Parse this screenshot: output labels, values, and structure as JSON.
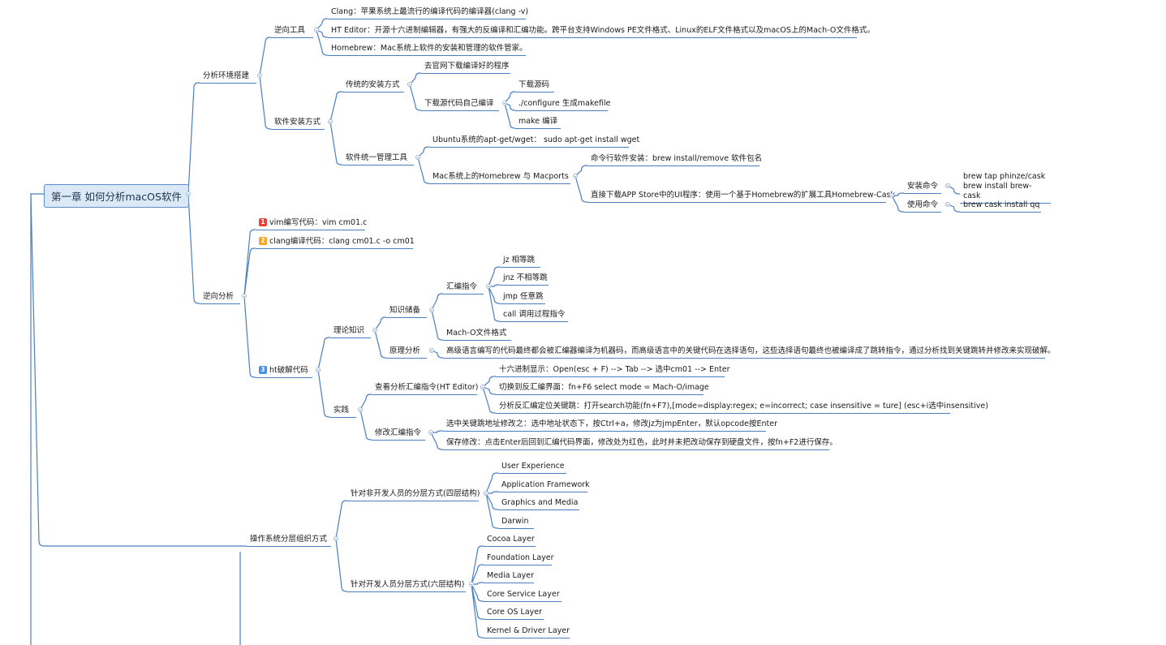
{
  "colors": {
    "line": "#4a7fc1",
    "root_bg": "#dbe8f6",
    "badge_1": "#e8413c",
    "badge_2": "#f5a623",
    "badge_3": "#4a90e2"
  },
  "root": "第一章 如何分析macOS软件",
  "branches": {
    "env": "分析环境搭建",
    "reverse_tools": "逆向工具",
    "clang": "Clang：苹果系统上最流行的编译代码的编译器(clang -v)",
    "ht_editor": "HT Editor：开源十六进制编辑器，有强大的反编译和汇编功能。跨平台支持Windows PE文件格式、Linux的ELF文件格式以及macOS上的Mach-O文件格式。",
    "homebrew": "Homebrew：Mac系统上软件的安装和管理的软件管家。",
    "install_methods": "软件安装方式",
    "traditional": "传统的安装方式",
    "official_download": "去官网下载编译好的程序",
    "self_compile": "下载源代码自己编译",
    "download_source": "下载源码",
    "configure": "./configure 生成makefile",
    "make": "make 编译",
    "unified_tools": "软件统一管理工具",
    "ubuntu": "Ubuntu系统的apt-get/wget： sudo apt-get install wget",
    "mac_homebrew": "Mac系统上的Homebrew 与 Macports",
    "cmd_install": "命令行软件安装：brew install/remove 软件包名",
    "app_store": "直接下载APP Store中的UI程序：使用一个基于Homebrew的扩展工具Homebrew-Cask",
    "install_cmd": "安装命令",
    "brew_tap": "brew tap phinze/cask",
    "brew_install_cask": "brew install brew-cask",
    "use_cmd": "使用命令",
    "brew_cask_qq": "brew cask install qq",
    "reverse_analysis": "逆向分析",
    "vim": "vim编写代码：vim cm01.c",
    "clang_compile": "clang编译代码：clang cm01.c -o cm01",
    "ht_crack": "ht破解代码",
    "badge1": "1",
    "badge2": "2",
    "badge3": "3",
    "theory": "理论知识",
    "knowledge": "知识储备",
    "asm": "汇编指令",
    "jz": "jz 相等跳",
    "jnz": "jnz 不相等跳",
    "jmp": "jmp 任意跳",
    "call": "call 调用过程指令",
    "macho": "Mach-O文件格式",
    "principle": "原理分析",
    "principle_text": "高级语言编写的代码最终都会被汇编器编译为机器码，而高级语言中的关键代码在选择语句，这些选择语句最终也被编译成了跳转指令，通过分析找到关键跳转并修改来实现破解。",
    "practice": "实践",
    "view_asm": "查看分析汇编指令(HT Editor)",
    "hex_display": "十六进制显示：Open(esc + F) --> Tab --> 选中cm01 --> Enter",
    "switch_disasm": "切换到反汇编界面：fn+F6 select mode = Mach-O/image",
    "locate_jump": "分析反汇编定位关键跳：打开search功能(fn+F7),[mode=display:regex; e=incorrect; case insensitive = ture] (esc+i选中insensitive)",
    "modify_asm": "修改汇编指令",
    "select_jump": "选中关键跳地址修改之：选中地址状态下，按Ctrl+a，修改jz为jmpEnter，默认opcode按Enter",
    "save_modify": "保存修改：点击Enter后回到汇编代码界面，修改处为红色，此时并未把改动保存到硬盘文件，按fn+F2进行保存。",
    "os_layers": "操作系统分层组织方式",
    "non_dev": "针对非开发人员的分层方式(四层结构)",
    "user_exp": "User Experience",
    "app_framework": "Application Framework",
    "graphics": "Graphics and Media",
    "darwin": "Darwin",
    "dev": "针对开发人员分层方式(六层结构)",
    "cocoa": "Cocoa Layer",
    "foundation": "Foundation Layer",
    "media": "Media Layer",
    "core_service": "Core Service Layer",
    "core_os": "Core OS Layer",
    "kernel": "Kernel & Driver Layer"
  }
}
